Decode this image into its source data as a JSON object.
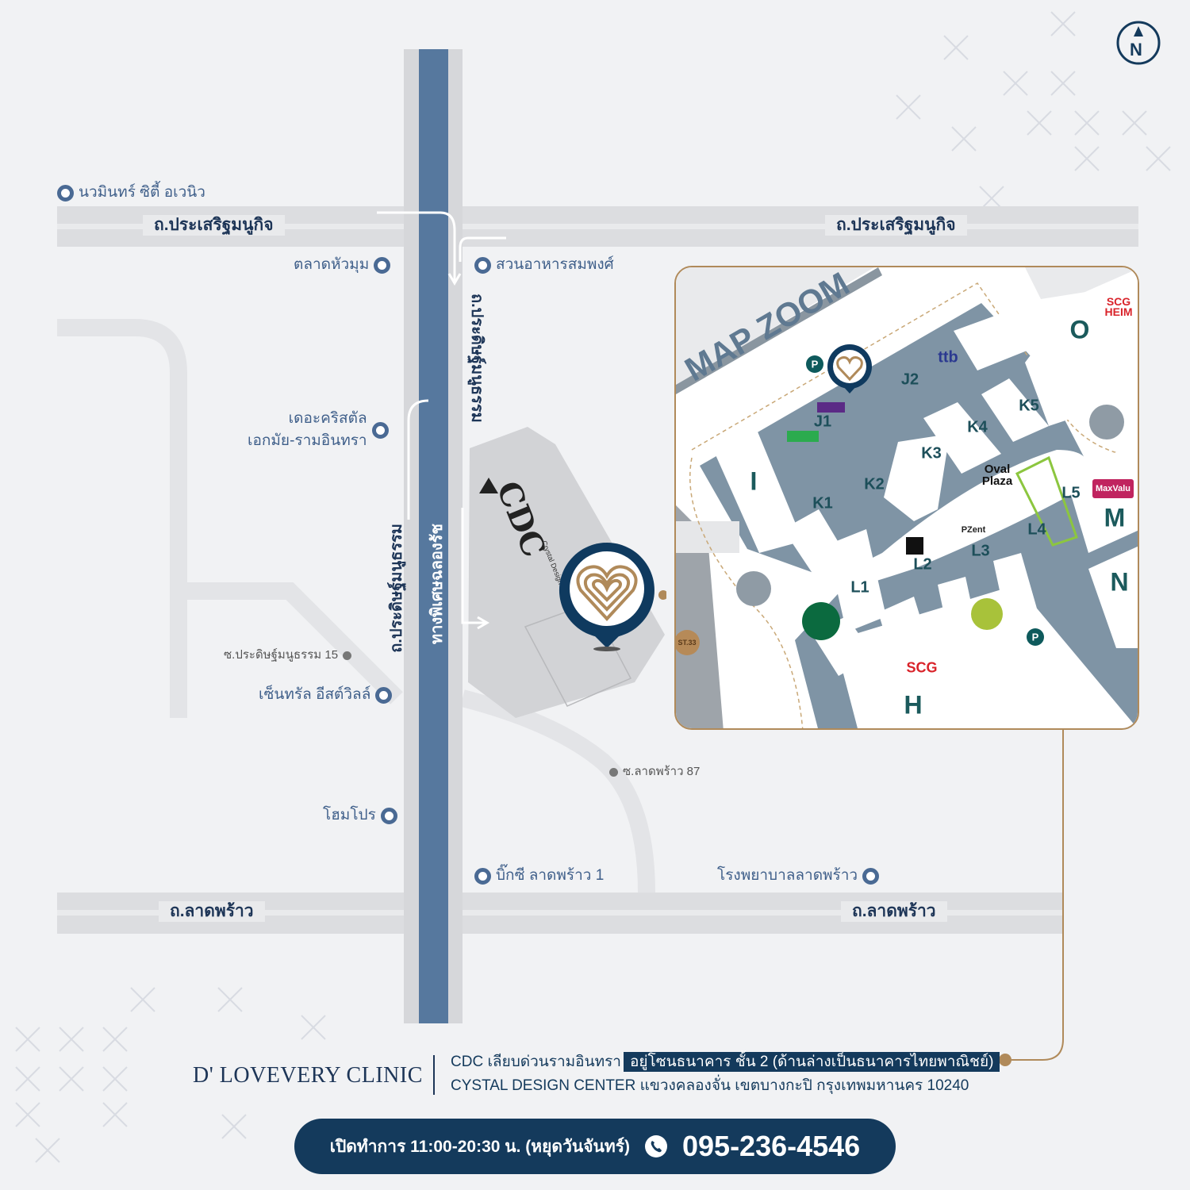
{
  "compass": {
    "label": "N"
  },
  "roads": {
    "top_left": "ถ.ประเสริฐมนูกิจ",
    "top_right": "ถ.ประเสริฐมนูกิจ",
    "bottom_left": "ถ.ลาดพร้าว",
    "bottom_right": "ถ.ลาดพร้าว",
    "expressway": "ทางพิเศษฉลองรัช",
    "side_upper": "ถ.ประดิษฐ์มนูธรรม",
    "side_lower": "ถ.ประดิษฐ์มนูธรรม"
  },
  "places": {
    "nawamin": "นวมินทร์ ซิตี้ อเวนิว",
    "market": "ตลาดหัวมุม",
    "food_park": "สวนอาหารสมพงศ์",
    "crystal_1": "เดอะคริสตัล",
    "crystal_2": "เอกมัย-รามอินทรา",
    "soi_15": "ซ.ประดิษฐ์มนูธรรม 15",
    "central": "เซ็นทรัล อีสต์วิลล์",
    "homepro": "โฮมโปร",
    "bigc": "บิ๊กซี ลาดพร้าว 1",
    "hospital": "โรงพยาบาลลาดพร้าว",
    "soi_87": "ซ.ลาดพร้าว 87"
  },
  "cdc": {
    "logo": "CDC",
    "sub": "Crystal Design Center"
  },
  "zoom_map": {
    "title": "MAP ZOOM",
    "blocks": [
      "J2",
      "J1",
      "I",
      "K1",
      "K2",
      "K3",
      "K4",
      "K5",
      "L5",
      "M",
      "L4",
      "L3",
      "L2",
      "L1",
      "N",
      "H",
      "O"
    ],
    "oval_plaza": "Oval Plaza",
    "parking": "P",
    "brands": {
      "scg_heim": "SCG HEIM",
      "scg_exp": "SCG",
      "maxvalu": "MaxValu",
      "ttb": "ttb",
      "pzent": "PZent",
      "st33": "ST.33"
    }
  },
  "footer": {
    "clinic": "D' LOVEVERY CLINIC",
    "address_line1": "CDC เลียบด่วนรามอินทรา",
    "address_highlight": "อยู่โซนธนาคาร ชั้น 2 (ด้านล่างเป็นธนาคารไทยพาณิชย์)",
    "address_line2": "CYSTAL DESIGN CENTER แขวงคลองจั่น เขตบางกะปิ กรุงเทพมหานคร 10240",
    "hours": "เปิดทำการ 11:00-20:30 น. (หยุดวันจันทร์)",
    "phone": "095-236-4546"
  },
  "colors": {
    "navy": "#143a5c",
    "expressway": "#56789e",
    "gold": "#b08a5a",
    "background": "#f1f2f4"
  }
}
